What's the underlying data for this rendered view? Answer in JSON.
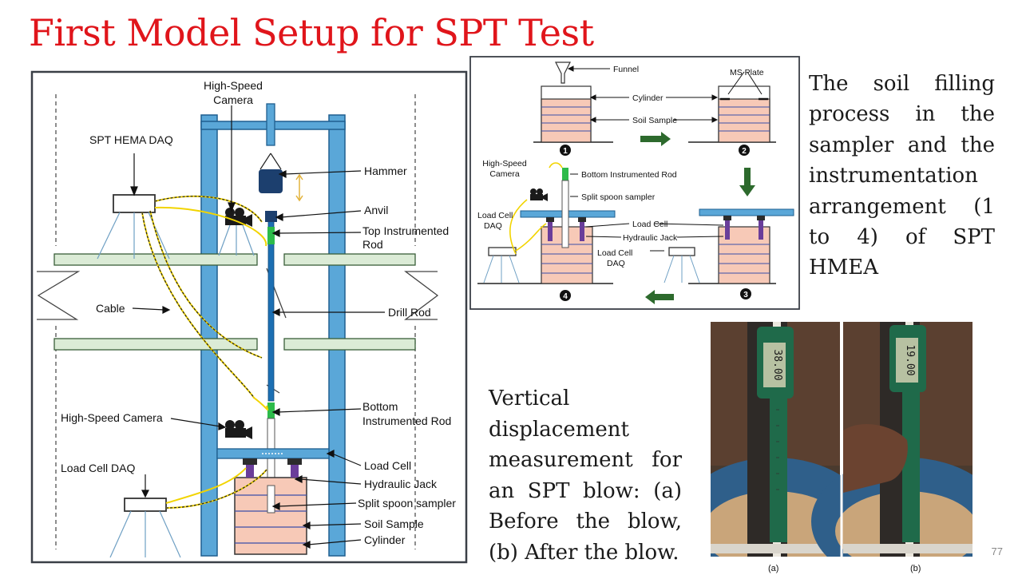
{
  "slide": {
    "title": "First Model Setup for SPT Test",
    "page_number": "77"
  },
  "left_diagram": {
    "labels": {
      "camera_top": [
        "High-Speed",
        "Camera"
      ],
      "daq_top": "SPT HEMA DAQ",
      "hammer": "Hammer",
      "anvil": "Anvil",
      "top_rod": [
        "Top Instrumented",
        "Rod"
      ],
      "cable": "Cable",
      "drill_rod": "Drill Rod",
      "bottom_rod": [
        "Bottom",
        "Instrumented Rod"
      ],
      "camera_bottom": "High-Speed Camera",
      "load_cell_daq": "Load Cell DAQ",
      "load_cell": "Load Cell",
      "hydraulic_jack": "Hydraulic Jack",
      "split_spoon": "Split spoon sampler",
      "soil_sample": "Soil Sample",
      "cylinder": "Cylinder"
    }
  },
  "right_diagram": {
    "labels": {
      "funnel": "Funnel",
      "ms_plate": "MS Plate",
      "cylinder": "Cylinder",
      "soil_sample": "Soil Sample",
      "camera": [
        "High-Speed",
        "Camera"
      ],
      "bottom_rod": "Bottom Instrumented Rod",
      "split_spoon": "Split spoon sampler",
      "load_cell_daq_left": [
        "Load Cell",
        "DAQ"
      ],
      "load_cell": "Load Cell",
      "hydraulic_jack": "Hydraulic Jack",
      "load_cell_daq_right": [
        "Load Cell",
        "DAQ"
      ]
    },
    "steps": [
      "1",
      "2",
      "3",
      "4"
    ]
  },
  "description_top": "The soil filling process in the sampler and the instrumentation arrangement (1 to 4) of SPT HMEA",
  "description_bottom": "Vertical displacement measurement for an SPT blow: (a) Before the blow, (b) After the blow.",
  "photos": {
    "caption_a": "(a)",
    "caption_b": "(b)",
    "reading_a": "38.00",
    "reading_b": "19.00"
  },
  "colors": {
    "title": "#e0151b",
    "frame_blue": "#5aa7d8",
    "soil_pink": "#f7c9b7",
    "layer_line": "#3b4fa8",
    "platform_green": "#dbebd6",
    "jack_purple": "#6a3d9a",
    "sensor_green": "#2dbb4a",
    "cable_yellow": "#f2d400",
    "hammer_navy": "#1c3f6e",
    "arrow_green": "#2d6a2d"
  }
}
